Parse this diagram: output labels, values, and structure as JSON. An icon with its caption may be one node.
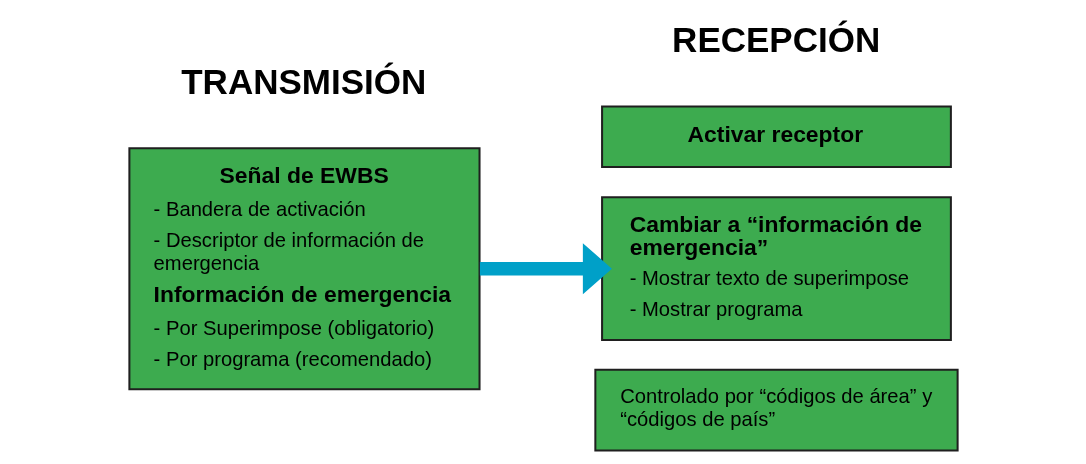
{
  "diagram": {
    "nodes": [
      {
        "text": [
          "Señal de EWBS",
          "- Bandera de activación",
          "- Descriptor de información de emergencia",
          "Información de emergencia",
          "- Por Superimpose (obligatorio)",
          "- Por programa (recomendado)"
        ]
      },
      {
        "text": [
          "Activar receptor"
        ]
      },
      {
        "text": [
          "Cambiar a “información de emergencia”",
          "- Mostrar texto de superimpose",
          "- Mostrar programa"
        ]
      },
      {
        "text": [
          "Controlado por “códigos de área” y “códigos de país”"
        ]
      }
    ],
    "edges": [
      {
        "from": 0,
        "to": 2,
        "arrow": "to",
        "color": "#00a0c8"
      }
    ],
    "labels": [
      "TRANSMISIÓN",
      "RECEPCIÓN"
    ]
  }
}
